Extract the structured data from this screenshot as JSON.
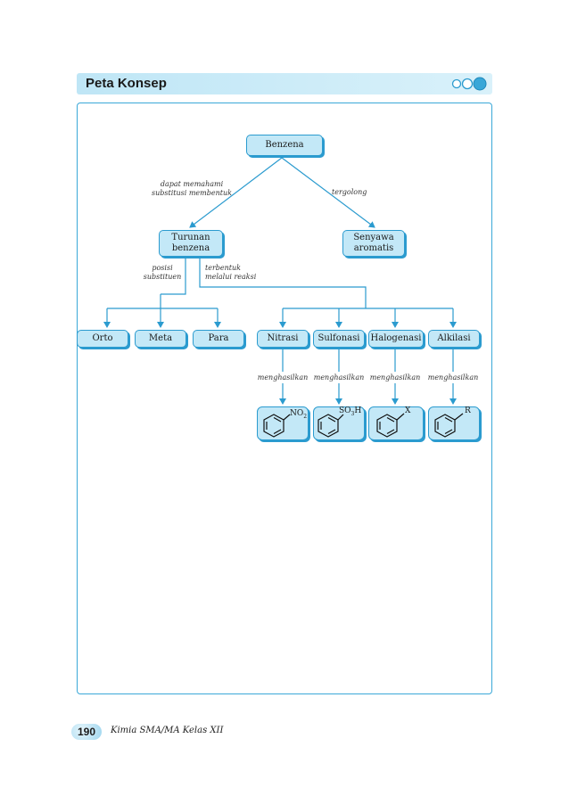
{
  "header": {
    "title": "Peta Konsep",
    "decor_icon": "three-circles-icon"
  },
  "nodes": {
    "benzena": "Benzena",
    "turunan_1": "Turunan",
    "turunan_2": "benzena",
    "senyawa_1": "Senyawa",
    "senyawa_2": "aromatis",
    "orto": "Orto",
    "meta": "Meta",
    "para": "Para",
    "nitrasi": "Nitrasi",
    "sulfonasi": "Sulfonasi",
    "halogenasi": "Halogenasi",
    "alkilasi": "Alkilasi"
  },
  "labels": {
    "dapat_1": "dapat memahami",
    "dapat_2": "substitusi membentuk",
    "tergolong": "tergolong",
    "posisi_1": "posisi",
    "posisi_2": "substituen",
    "terbentuk_1": "terbentuk",
    "terbentuk_2": "melalui reaksi",
    "menghasilkan": "menghasilkan"
  },
  "products": {
    "nitro": {
      "main": "NO",
      "subscript": "2"
    },
    "sulfo": {
      "main": "SO",
      "subscript": "3",
      "tail": "H"
    },
    "halo": {
      "main": "X"
    },
    "alkyl": {
      "main": "R"
    }
  },
  "footer": {
    "page_number": "190",
    "book_title": "Kimia SMA/MA Kelas XII"
  },
  "colors": {
    "node_fill": "#c3e8f7",
    "border": "#2b9bcf",
    "header_fill": "#bfe6f6"
  }
}
